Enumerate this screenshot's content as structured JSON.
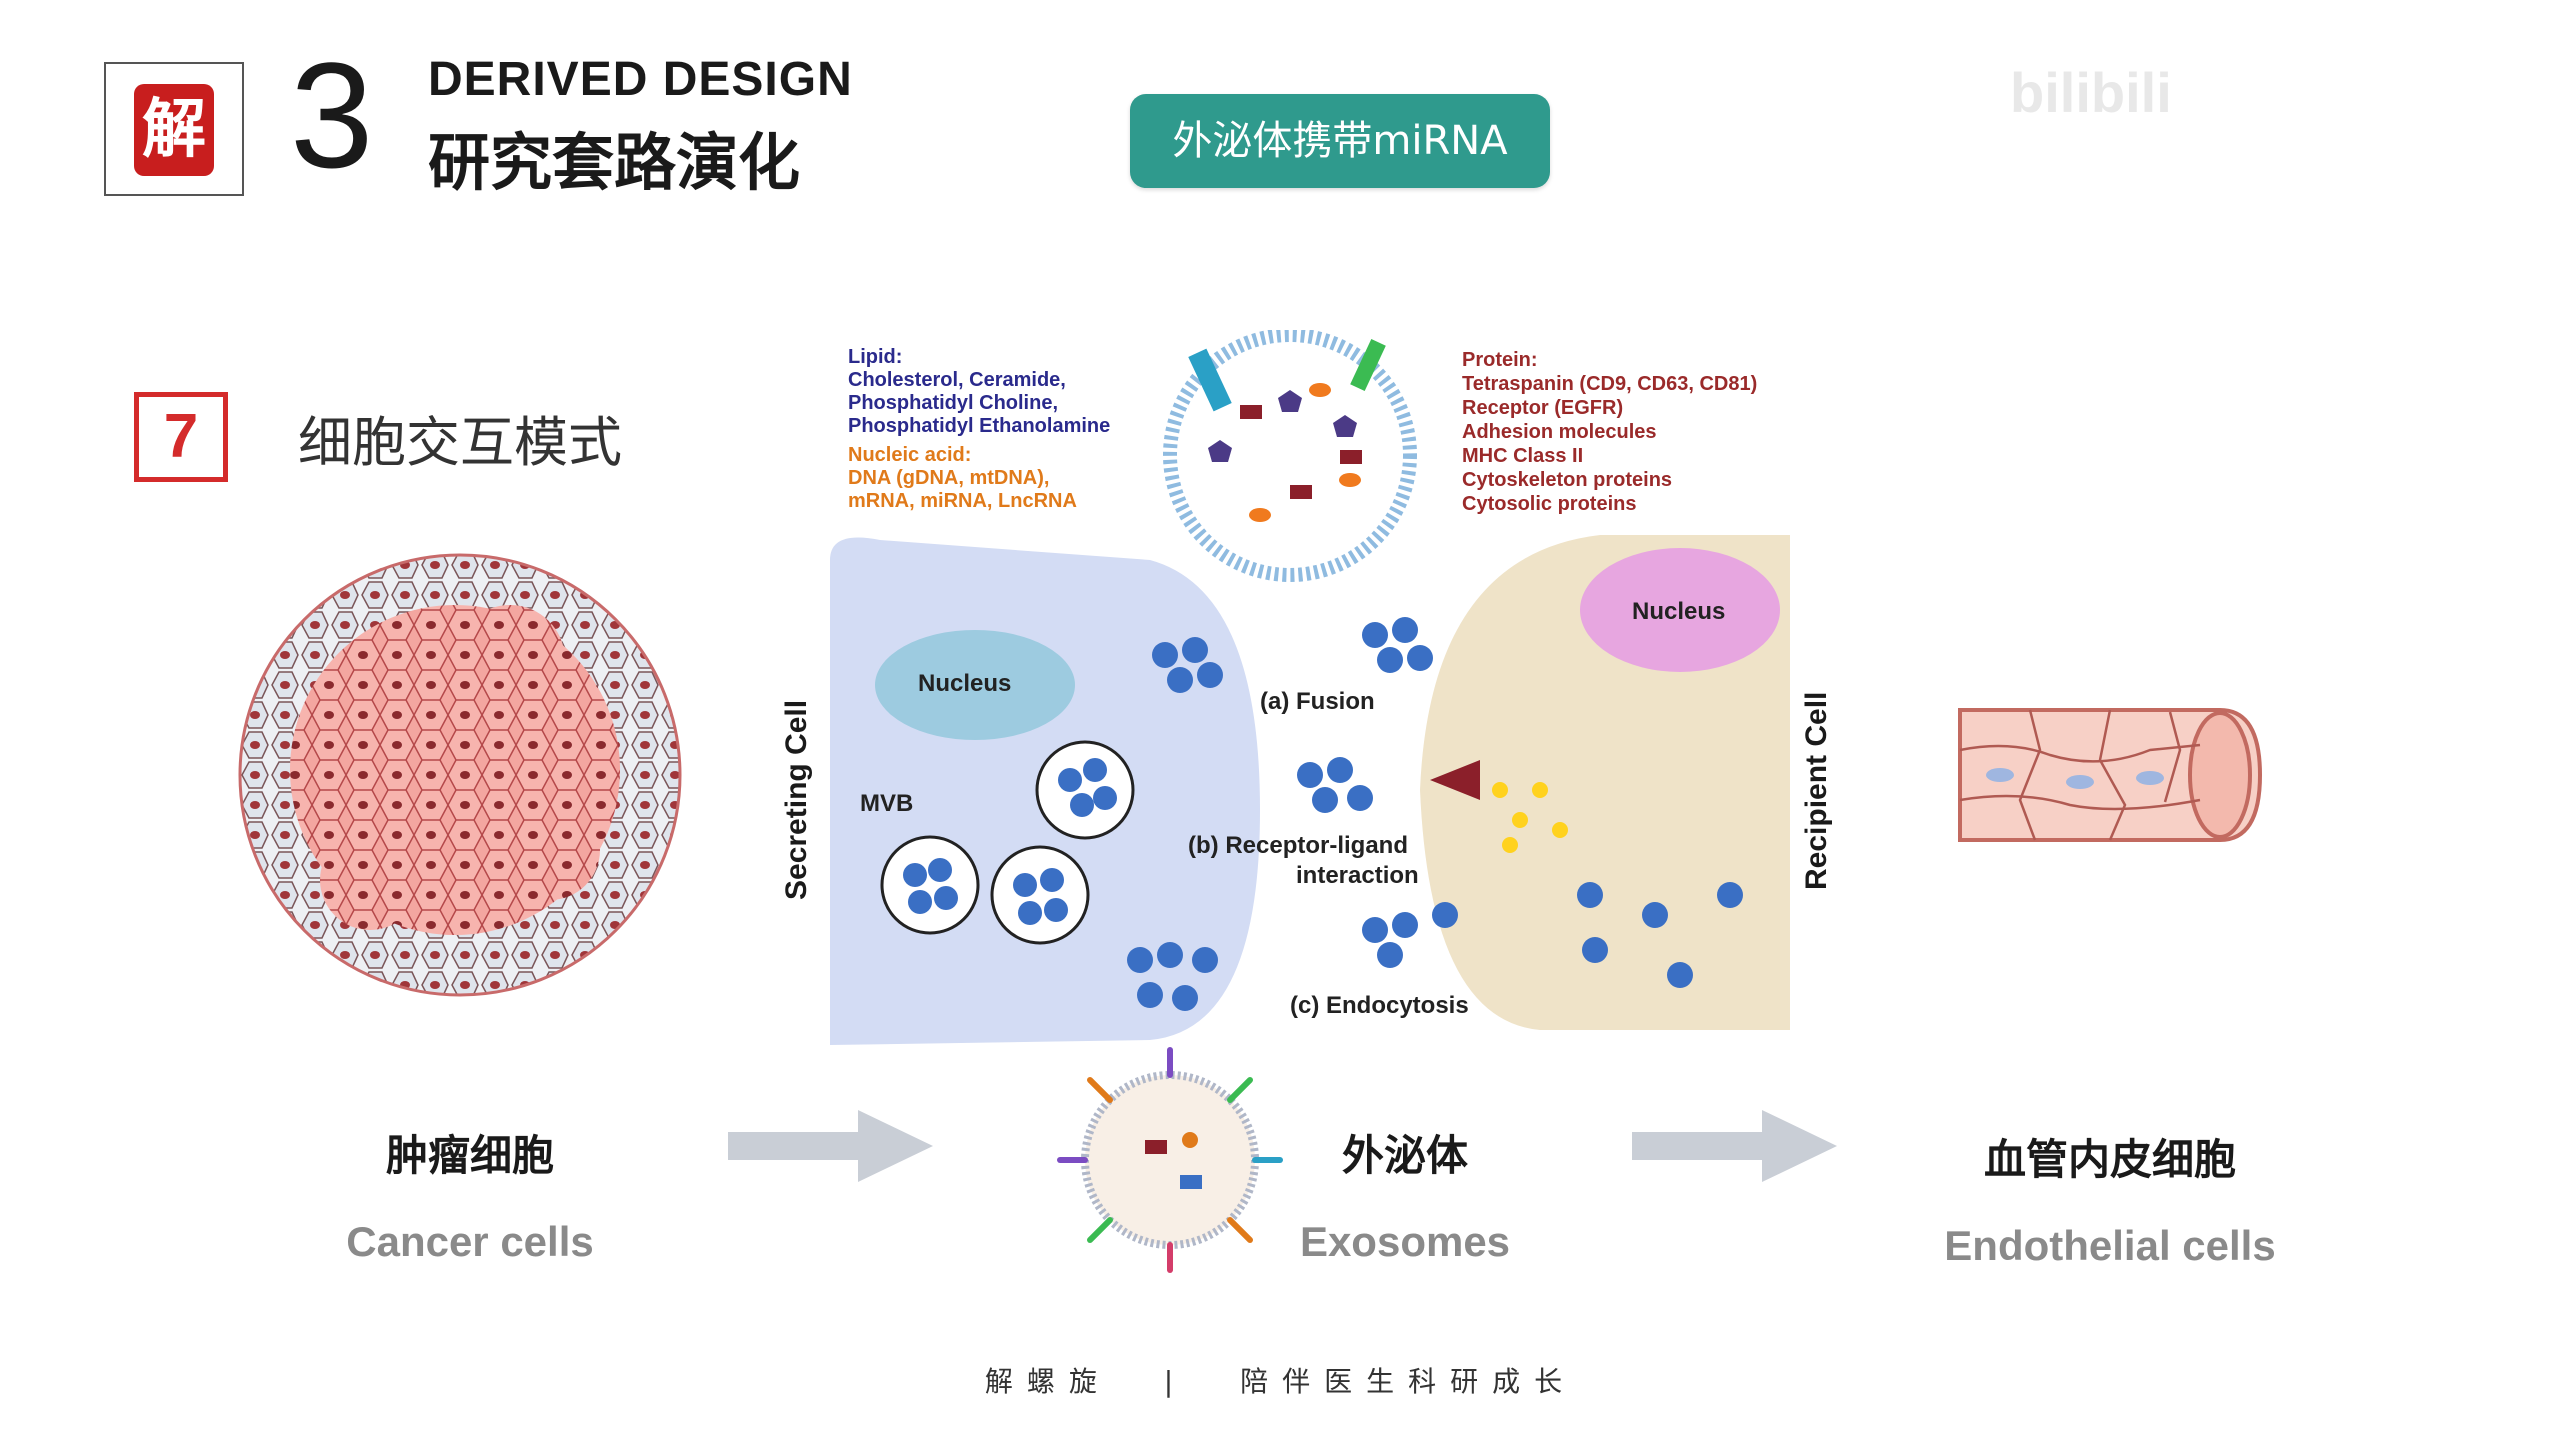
{
  "header": {
    "logo_char": "解",
    "chapter_number": "3",
    "title_en": "DERIVED DESIGN",
    "title_cn": "研究套路演化",
    "pill_label": "外泌体携带miRNA",
    "watermark": "bilibili"
  },
  "section": {
    "number": "7",
    "title": "细胞交互模式"
  },
  "diagram": {
    "lipid_title": "Lipid:",
    "lipid_lines": [
      "Cholesterol, Ceramide,",
      "Phosphatidyl Choline,",
      "Phosphatidyl Ethanolamine"
    ],
    "nucleic_title": "Nucleic acid:",
    "nucleic_lines": [
      "DNA (gDNA, mtDNA),",
      "mRNA, miRNA, LncRNA"
    ],
    "protein_title": "Protein:",
    "protein_lines": [
      "Tetraspanin (CD9, CD63, CD81)",
      "Receptor (EGFR)",
      "Adhesion molecules",
      "MHC Class II",
      "Cytoskeleton proteins",
      "Cytosolic proteins"
    ],
    "secreting_cell": "Secreting Cell",
    "recipient_cell": "Recipient Cell",
    "nucleus_left": "Nucleus",
    "nucleus_right": "Nucleus",
    "mvb": "MVB",
    "fusion": "(a)  Fusion",
    "receptor_1": "(b)  Receptor-ligand",
    "receptor_2": "interaction",
    "endocytosis": "(c)  Endocytosis"
  },
  "cells": [
    {
      "cn": "肿瘤细胞",
      "en": "Cancer cells"
    },
    {
      "cn": "外泌体",
      "en": "Exosomes"
    },
    {
      "cn": "血管内皮细胞",
      "en": "Endothelial cells"
    }
  ],
  "footer": {
    "left": "解螺旋",
    "divider": "|",
    "right": "陪伴医生科研成长"
  },
  "colors": {
    "accent_red": "#d42b2b",
    "pill_teal": "#2f9a8d",
    "arrow_gray": "#c9ced6"
  }
}
